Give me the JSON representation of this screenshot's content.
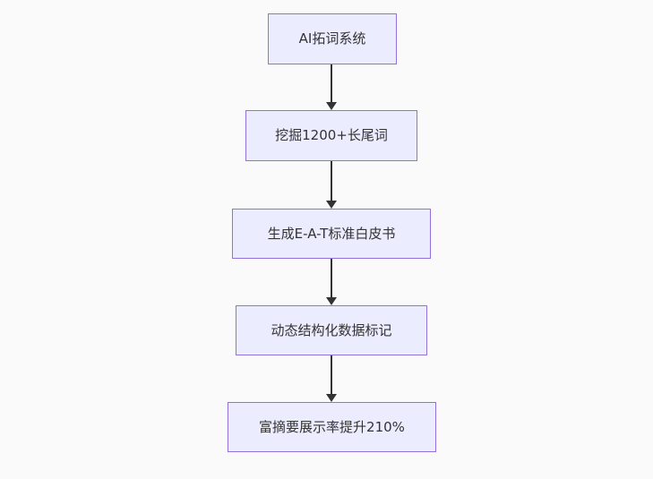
{
  "diagram": {
    "type": "flowchart",
    "direction": "top-down",
    "colors": {
      "background": "#FAFAFA",
      "node_fill": "#ECECFF",
      "node_border": "#9370DB",
      "text": "#333333",
      "arrow": "#333333"
    },
    "nodes": [
      {
        "label": "AI拓词系统"
      },
      {
        "label": "挖掘1200+长尾词"
      },
      {
        "label": "生成E-A-T标准白皮书"
      },
      {
        "label": "动态结构化数据标记"
      },
      {
        "label": "富摘要展示率提升210%"
      }
    ],
    "edges": [
      {
        "from": "AI拓词系统",
        "to": "挖掘1200+长尾词",
        "style": "arrow-down"
      },
      {
        "from": "挖掘1200+长尾词",
        "to": "生成E-A-T标准白皮书",
        "style": "arrow-down"
      },
      {
        "from": "生成E-A-T标准白皮书",
        "to": "动态结构化数据标记",
        "style": "arrow-down"
      },
      {
        "from": "动态结构化数据标记",
        "to": "富摘要展示率提升210%",
        "style": "arrow-down"
      }
    ]
  }
}
